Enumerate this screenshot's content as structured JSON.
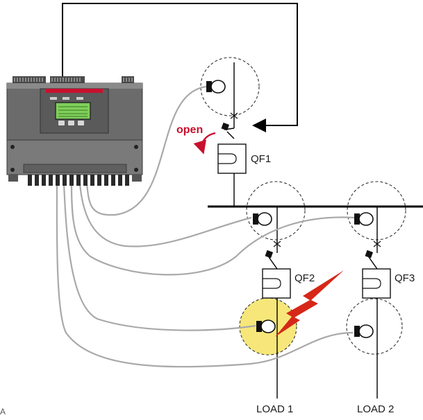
{
  "labels": {
    "open": "open",
    "qf1": "QF1",
    "qf2": "QF2",
    "qf3": "QF3",
    "load1": "LOAD 1",
    "load2": "LOAD 2",
    "corner": "A"
  },
  "colors": {
    "accent_red": "#c8102e",
    "fault_highlight": "#f7e77a",
    "fiber": "#a9a9a9",
    "device_body": "#6e6e6e",
    "display": "#7fcf5a"
  },
  "icons": {
    "sensor": "current-sensor-icon",
    "fault": "lightning-bolt-icon",
    "trip_arrow": "curved-arrow-icon"
  }
}
